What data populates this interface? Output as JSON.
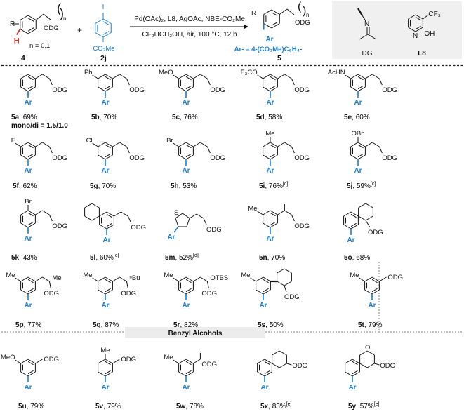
{
  "scheme": {
    "reagents_line1": "Pd(OAc)₂, L8, AgOAc, NBE-CO₂Me",
    "reagents_line2": "CF₂HCH₂OH, air, 100 °C, 12 h",
    "sm_label": "4",
    "sm_note": "n = 0,1",
    "sm_R": "R",
    "sm_H": "H",
    "sm_n": "n",
    "sm_odg": "ODG",
    "reagent_label": "2j",
    "reagent_I": "I",
    "reagent_co2me": "CO₂Me",
    "plus": "+",
    "product_label": "5",
    "product_R": "R",
    "product_n": "n",
    "product_odg": "ODG",
    "product_ar": "Ar",
    "ar_def": "Ar- = 4-(CO₂Me)C₆H₄-",
    "dg_label": "DG",
    "dg_N": "N",
    "ligand_label": "L8",
    "ligand_N": "N",
    "ligand_OH": "OH",
    "ligand_CF3": "CF₃"
  },
  "section_benzyl": "Benzyl Alcohols",
  "compounds": [
    {
      "id": "5a",
      "yield": "69%",
      "note": "mono/di = 1.5/1.0",
      "subs": []
    },
    {
      "id": "5b",
      "yield": "70%",
      "subs": [
        "Ph"
      ]
    },
    {
      "id": "5c",
      "yield": "76%",
      "subs": [
        "MeO"
      ]
    },
    {
      "id": "5d",
      "yield": "58%",
      "subs": [
        "F₃CO"
      ]
    },
    {
      "id": "5e",
      "yield": "60%",
      "subs": [
        "AcHN"
      ]
    },
    {
      "id": "5f",
      "yield": "62%",
      "subs": [
        "F"
      ]
    },
    {
      "id": "5g",
      "yield": "70%",
      "subs": [
        "Cl"
      ]
    },
    {
      "id": "5h",
      "yield": "53%",
      "subs": [
        "Br"
      ]
    },
    {
      "id": "5i",
      "yield": "76%",
      "sup": "[c]",
      "subs": [
        "Me"
      ]
    },
    {
      "id": "5j",
      "yield": "59%",
      "sup": "[c]",
      "subs": [
        "OBn"
      ]
    },
    {
      "id": "5k",
      "yield": "43%",
      "subs": [
        "Br"
      ]
    },
    {
      "id": "5l",
      "yield": "60%",
      "sup": "[c]",
      "subs": []
    },
    {
      "id": "5m",
      "yield": "52%",
      "sup": "[d]",
      "subs": [
        "S"
      ]
    },
    {
      "id": "5n",
      "yield": "70%",
      "subs": [
        "Me"
      ]
    },
    {
      "id": "5o",
      "yield": "68%",
      "subs": []
    },
    {
      "id": "5p",
      "yield": "77%",
      "subs": [
        "Me",
        "Me"
      ]
    },
    {
      "id": "5q",
      "yield": "87%",
      "subs": [
        "Me",
        "ⁿBu"
      ]
    },
    {
      "id": "5r",
      "yield": "82%",
      "subs": [
        "Me",
        "OTBS"
      ]
    },
    {
      "id": "5s",
      "yield": "50%",
      "subs": [
        "Me"
      ]
    },
    {
      "id": "5t",
      "yield": "79%",
      "subs": [
        "Me"
      ]
    },
    {
      "id": "5u",
      "yield": "79%",
      "subs": [
        "MeO"
      ]
    },
    {
      "id": "5v",
      "yield": "79%",
      "subs": [
        "Me"
      ]
    },
    {
      "id": "5w",
      "yield": "78%",
      "subs": [
        "Me",
        "Me"
      ]
    },
    {
      "id": "5x",
      "yield": "83%",
      "sup": "[e]",
      "subs": []
    },
    {
      "id": "5y",
      "yield": "57%",
      "sup": "[e]",
      "subs": [
        "O"
      ]
    }
  ],
  "odg": "ODG",
  "ar": "Ar",
  "colors": {
    "ar": "#1a7fd6",
    "h": "#d42b2b",
    "sep": "#999999",
    "banner": "#ececec"
  }
}
